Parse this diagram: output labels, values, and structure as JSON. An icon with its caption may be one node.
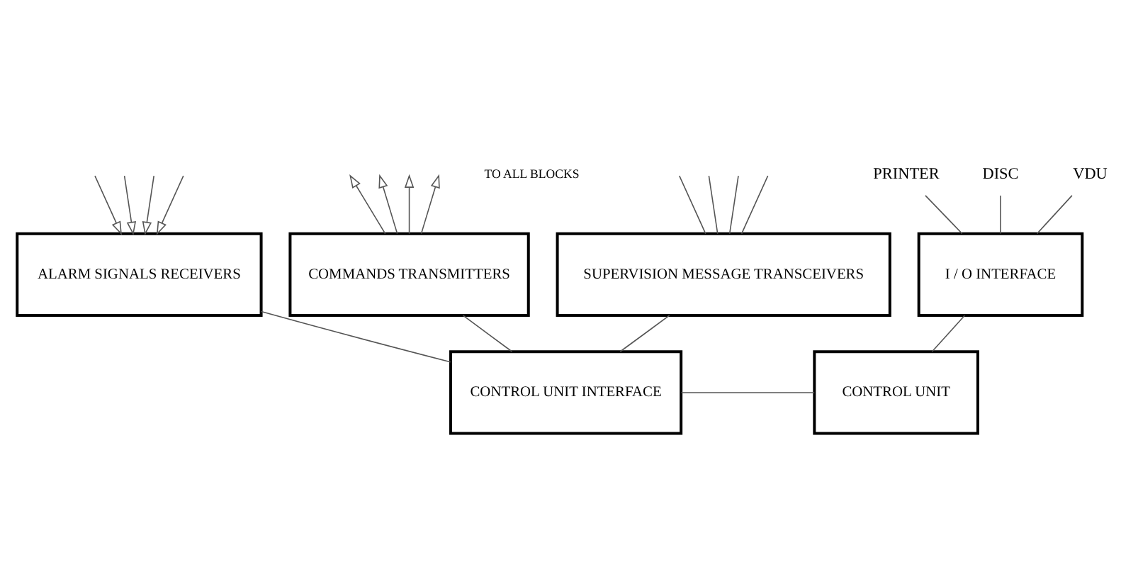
{
  "diagram": {
    "nodes": [
      {
        "text": [
          "SUPERVISION MESSAGE TRANSCEIVERS"
        ]
      },
      {
        "text": [
          "COMMANDS TRANSMITTERS"
        ]
      },
      {
        "text": [
          "ALARM SIGNALS RECEIVERS"
        ]
      },
      {
        "text": [
          "I / O INTERFACE"
        ]
      },
      {
        "text": [
          "CONTROL UNIT INTERFACE"
        ]
      },
      {
        "text": [
          "CONTROL UNIT"
        ]
      },
      {
        "text": [
          "VDU"
        ]
      },
      {
        "text": [
          "PRINTER"
        ]
      },
      {
        "text": [
          "DISC"
        ]
      }
    ],
    "edges": [
      {
        "from": 0,
        "to": null,
        "arrow": "none"
      },
      {
        "from": 0,
        "to": null,
        "arrow": "none"
      },
      {
        "from": 0,
        "to": null,
        "arrow": "none"
      },
      {
        "from": 0,
        "to": null,
        "arrow": "none"
      },
      {
        "from": 1,
        "to": null,
        "arrow": "to"
      },
      {
        "from": 1,
        "to": null,
        "arrow": "to"
      },
      {
        "from": 1,
        "to": null,
        "arrow": "to"
      },
      {
        "from": 1,
        "to": null,
        "arrow": "to"
      },
      {
        "from": null,
        "to": 2,
        "arrow": "to"
      },
      {
        "from": null,
        "to": 2,
        "arrow": "to"
      },
      {
        "from": null,
        "to": 2,
        "arrow": "to"
      },
      {
        "from": null,
        "to": 2,
        "arrow": "to"
      },
      {
        "from": 6,
        "to": 3,
        "arrow": "none"
      },
      {
        "from": 7,
        "to": 3,
        "arrow": "none"
      },
      {
        "from": 8,
        "to": 3,
        "arrow": "none"
      },
      {
        "from": 0,
        "to": 4,
        "arrow": "none"
      },
      {
        "from": 1,
        "to": 4,
        "arrow": "none"
      },
      {
        "from": 2,
        "to": 4,
        "arrow": "none"
      },
      {
        "from": 4,
        "to": 5,
        "arrow": "none"
      },
      {
        "from": 3,
        "to": 5,
        "arrow": "none"
      }
    ],
    "labels": [
      "TO ALL BLOCKS"
    ]
  }
}
